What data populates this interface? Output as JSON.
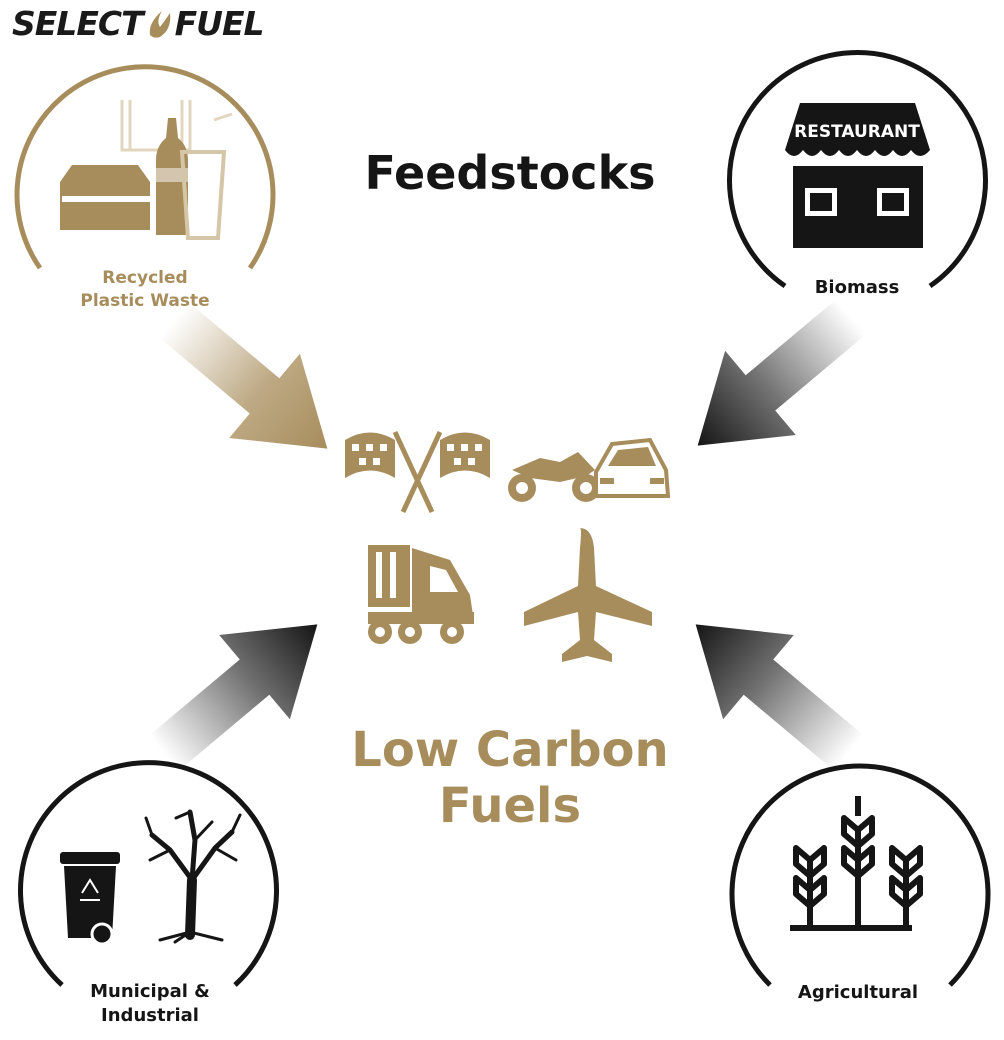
{
  "brand": {
    "left": "SELECT",
    "right": "FUEL"
  },
  "title": "Feedstocks",
  "center_label_line1": "Low Carbon",
  "center_label_line2": "Fuels",
  "nodes": [
    {
      "id": "plastic",
      "label_line1": "Recycled",
      "label_line2": "Plastic Waste",
      "color": "#a88d5c"
    },
    {
      "id": "biomass",
      "label_line1": "Biomass",
      "label_line2": "",
      "color": "#151515"
    },
    {
      "id": "municipal",
      "label_line1": "Municipal &",
      "label_line2": "Industrial",
      "color": "#151515"
    },
    {
      "id": "agricultural",
      "label_line1": "Agricultural",
      "label_line2": "",
      "color": "#151515"
    }
  ],
  "restaurant_sign": "RESTAURANT",
  "colors": {
    "gold": "#a88d5c",
    "dark": "#151515"
  },
  "icons": [
    "plastic-waste-icon",
    "restaurant-icon",
    "trash-bin-icon",
    "dead-tree-icon",
    "wheat-icon",
    "checkered-flags-icon",
    "motorcycle-icon",
    "car-icon",
    "truck-icon",
    "airplane-icon",
    "arrow-icon"
  ]
}
